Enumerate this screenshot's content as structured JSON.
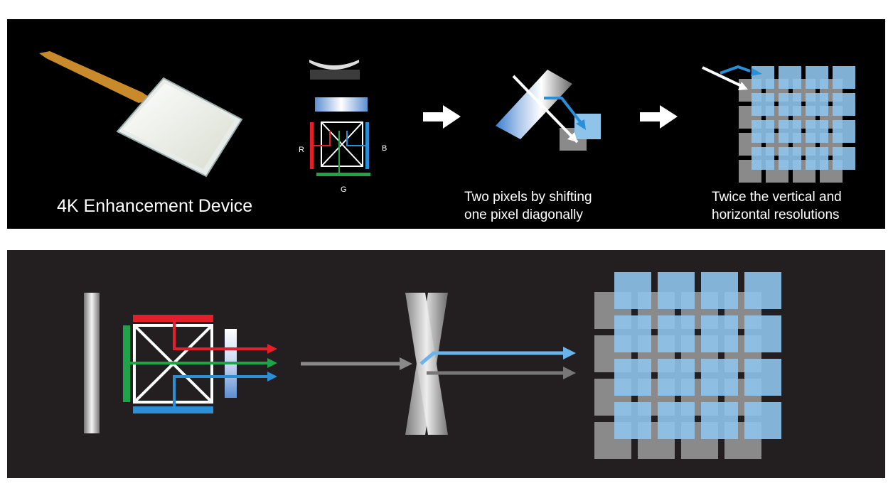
{
  "top_panel": {
    "device_label": "4K Enhancement Device",
    "prism_labels": {
      "red": "R",
      "blue": "B",
      "green": "G"
    },
    "step2_line1": "Two pixels by shifting",
    "step2_line2": "one pixel diagonally",
    "step3_line1": "Twice the vertical and",
    "step3_line2": "horizontal resolutions"
  },
  "colors": {
    "red": "#e3202a",
    "green": "#1ea34a",
    "blue": "#2b8fd8",
    "pixel_blue": "#8ec3ea",
    "pixel_gray": "#8a8a8a",
    "top_bg": "#000000",
    "bottom_bg": "#231f20"
  }
}
